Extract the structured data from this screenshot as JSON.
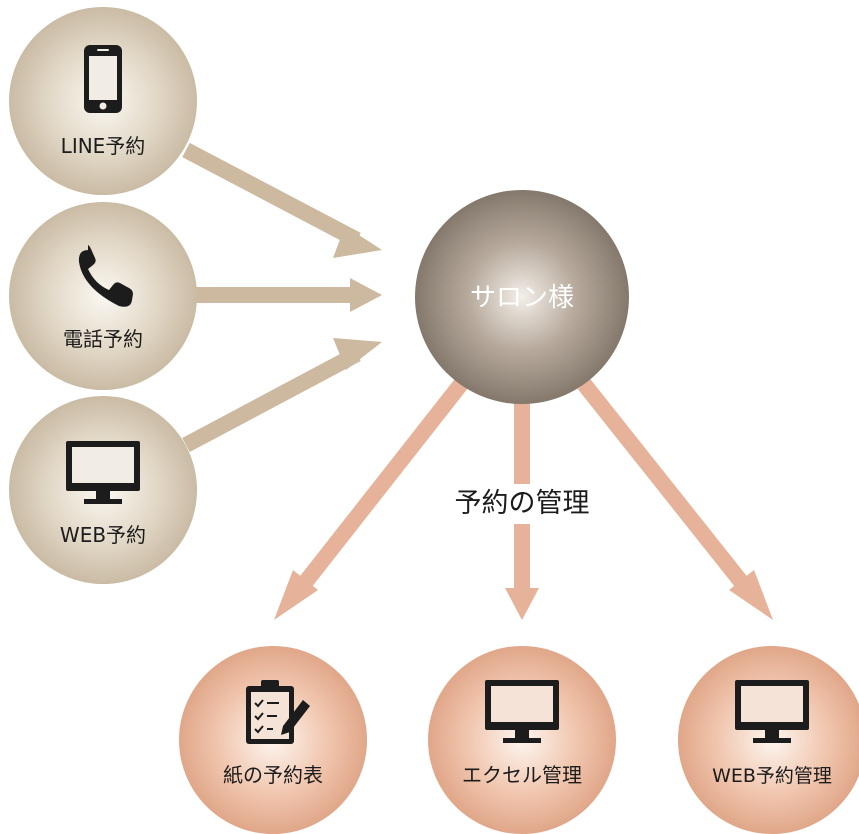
{
  "colors": {
    "source_circle": "#c9bba5",
    "source_arrow": "#cdb8a0",
    "center_circle": "#8f8377",
    "output_circle": "#e2a88a",
    "output_arrow": "#e6b39a",
    "icon": "#1c1c1c"
  },
  "sources": [
    {
      "label": "LINE予約",
      "icon": "smartphone-icon"
    },
    {
      "label": "電話予約",
      "icon": "phone-icon"
    },
    {
      "label": "WEB予約",
      "icon": "monitor-icon"
    }
  ],
  "center": {
    "label": "サロン様"
  },
  "management_label": "予約の管理",
  "outputs": [
    {
      "label": "紙の予約表",
      "icon": "clipboard-icon"
    },
    {
      "label": "エクセル管理",
      "icon": "monitor-icon"
    },
    {
      "label": "WEB予約管理",
      "icon": "monitor-icon"
    }
  ]
}
